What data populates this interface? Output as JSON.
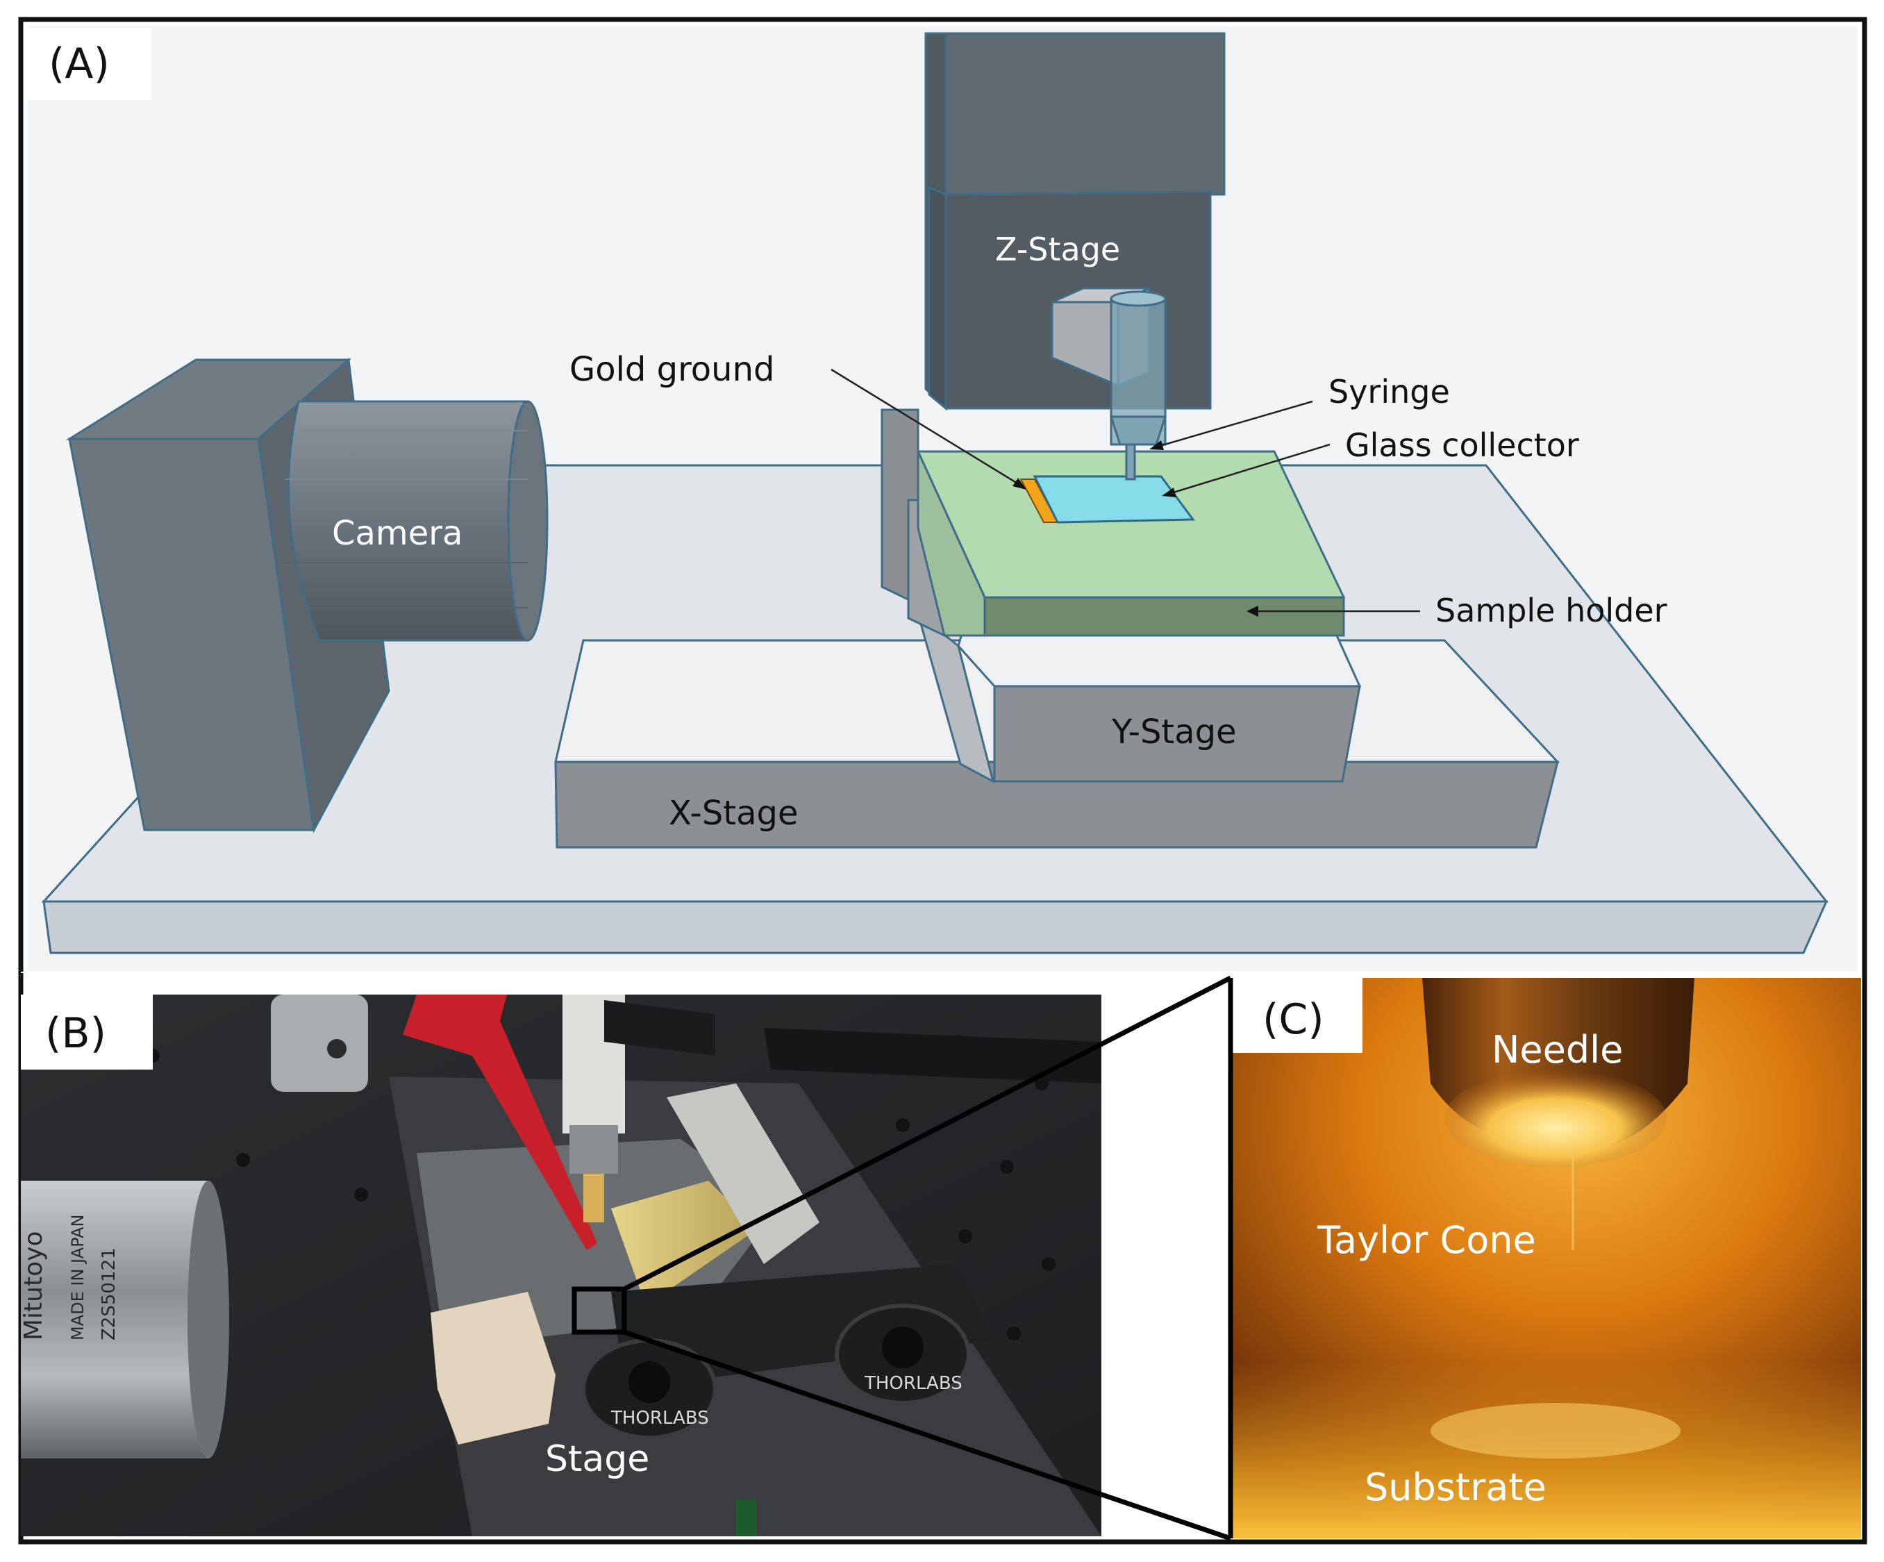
{
  "panel_a": {
    "label": "(A)",
    "components": {
      "camera": "Camera",
      "z_stage": "Z-Stage",
      "x_stage": "X-Stage",
      "y_stage": "Y-Stage"
    },
    "callouts": {
      "gold_ground": "Gold ground",
      "syringe": "Syringe",
      "glass_collector": "Glass collector",
      "sample_holder": "Sample holder"
    }
  },
  "panel_b": {
    "label": "(B)",
    "stage_label": "Stage",
    "engravings": {
      "lens_brand": "Mitutoyo",
      "lens_made_in": "MADE IN JAPAN",
      "lens_model": "Z2S50121",
      "knob_brand": "THORLABS"
    }
  },
  "panel_c": {
    "label": "(C)",
    "needle": "Needle",
    "taylor_cone": "Taylor Cone",
    "substrate": "Substrate"
  },
  "colors": {
    "stage_gray": "#5f6a72",
    "stage_light": "#dfe3e8",
    "holder_green": "#b3dbb0",
    "holder_side": "#6f8a6c",
    "collector_cyan": "#86dbe9",
    "gold": "#f2a51a",
    "glow_orange": "#f4a21a"
  }
}
